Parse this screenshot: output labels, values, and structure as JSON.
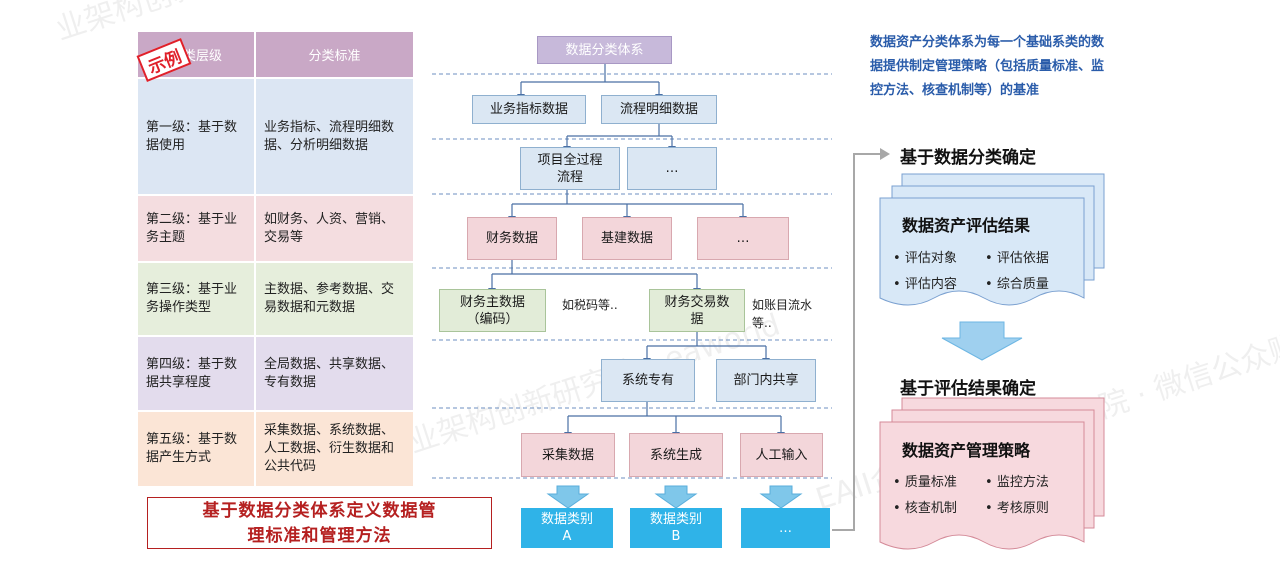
{
  "badge": "示例",
  "left_table": {
    "headers": [
      "分类层级",
      "分类标准"
    ],
    "rows": [
      {
        "level": "第一级：基于数据使用",
        "standard": "业务指标、流程明细数据、分析明细数据"
      },
      {
        "level": "第二级：基于业务主题",
        "standard": "如财务、人资、营销、交易等"
      },
      {
        "level": "第三级：基于业务操作类型",
        "standard": "主数据、参考数据、交易数据和元数据"
      },
      {
        "level": "第四级：基于数据共享程度",
        "standard": "全局数据、共享数据、专有数据"
      },
      {
        "level": "第五级：基于数据产生方式",
        "standard": "采集数据、系统数据、人工数据、衍生数据和公共代码"
      }
    ]
  },
  "red_note": [
    "基于数据分类体系定义数据管",
    "理标准和管理方法"
  ],
  "hierarchy": {
    "root": "数据分类体系",
    "l1": [
      "业务指标数据",
      "流程明细数据"
    ],
    "l2": [
      "项目全过程流程",
      "…"
    ],
    "l3": [
      "财务数据",
      "基建数据",
      "…"
    ],
    "l4": [
      "财务主数据（编码）",
      "财务交易数据"
    ],
    "l4_notes": [
      "如税码等..",
      "如账目流水等.."
    ],
    "l5": [
      "系统专有",
      "部门内共享"
    ],
    "l6": [
      "采集数据",
      "系统生成",
      "人工输入"
    ],
    "l7": [
      "数据类别A",
      "数据类别B",
      "…"
    ]
  },
  "right": {
    "desc": "数据资产分类体系为每一个基础系类的数据提供制定管理策略（包括质量标准、监控方法、核查机制等）的基准",
    "head1": "基于数据分类确定",
    "card1": {
      "title": "数据资产评估结果",
      "items": [
        "评估对象",
        "评估依据",
        "评估内容",
        "综合质量"
      ]
    },
    "head2": "基于评估结果确定",
    "card2": {
      "title": "数据资产管理策略",
      "items": [
        "质量标准",
        "监控方法",
        "核查机制",
        "考核原则"
      ]
    }
  },
  "colors": {
    "header_purple": "#c9a8c6",
    "row_blue": "#dce6f3",
    "row_pink": "#f4dde0",
    "row_green": "#e6eedc",
    "row_lavender": "#e3dced",
    "row_peach": "#fbe5d6",
    "box_blue": "#dbe7f3",
    "cyan": "#2fb3e8",
    "accent_text": "#2a5caa",
    "note_red": "#b52020",
    "arrow_blue": "#7fc7ea"
  }
}
